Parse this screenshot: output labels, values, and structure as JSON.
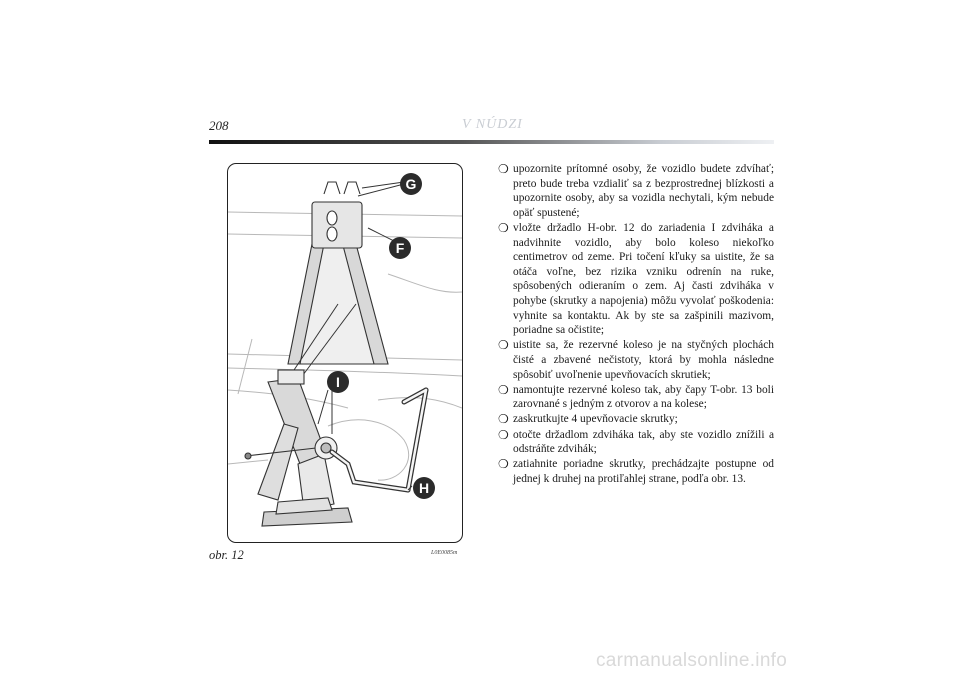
{
  "header": {
    "page_number": "208",
    "section_title": "V NÚDZI"
  },
  "figure": {
    "caption": "obr. 12",
    "code": "L0E0085m",
    "callouts": [
      "G",
      "F",
      "I",
      "H"
    ]
  },
  "instructions": [
    "upozornite prítomné osoby, že vozidlo budete zdvíhať; preto bude treba vzdialiť sa z bezprostrednej blízkosti a upozornite osoby, aby sa vozidla nechytali, kým nebude opäť spustené;",
    "vložte držadlo H-obr. 12 do zariadenia I zdviháka a nadvihnite vozidlo, aby bolo koleso niekoľko centimetrov od zeme. Pri točení kľuky sa uistite, že sa otáča voľne, bez rizika vzniku odrenín na ruke, spôsobených odieraním o zem. Aj časti zdviháka v pohybe (skrutky a napojenia) môžu vyvolať poškodenia: vyhnite sa kontaktu. Ak by ste sa zašpinili mazivom, poriadne sa očistite;",
    "uistite sa, že rezervné koleso je na styčných plochách čisté a zbavené nečistoty, ktorá by mohla následne spôsobiť uvoľnenie upevňovacích skrutiek;",
    "namontujte rezervné koleso tak, aby čapy T-obr. 13 boli zarovnané s jedným z otvorov a na kolese;",
    "zaskrutkujte 4 upevňovacie skrutky;",
    "otočte držadlom zdviháka tak, aby ste vozidlo znížili a odstráňte zdvihák;",
    "zatiahnite poriadne skrutky, prechádzajte postupne od jednej k druhej na protiľahlej strane, podľa obr. 13."
  ],
  "bullet_symbol": "❍",
  "watermark": "carmanualsonline.info",
  "colors": {
    "callout_badge": "#2b2b2b",
    "header_title": "#c9cdd3"
  }
}
